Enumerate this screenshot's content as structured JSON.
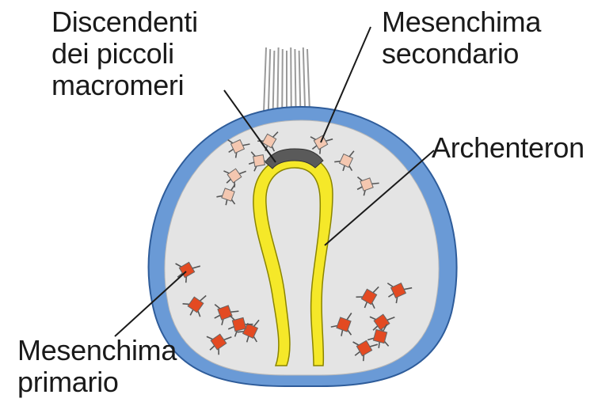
{
  "labels": {
    "discendenti": {
      "line1": "Discendenti",
      "line2": "dei piccoli",
      "line3": "macromeri"
    },
    "mesenchima_secondario": {
      "line1": "Mesenchima",
      "line2": "secondario"
    },
    "archenteron": {
      "line1": "Archenteron"
    },
    "mesenchima_primario": {
      "line1": "Mesenchima",
      "line2": "primario"
    }
  },
  "colors": {
    "ectoderm": "#6a9ad6",
    "ectoderm_edge": "#2e5c9a",
    "blastocoel": "#e4e4e4",
    "archenteron": "#f5e829",
    "archenteron_edge": "#8a8400",
    "small_macromere_cap": "#5a5a5a",
    "secondary_mesenchyme": "#f4c7b0",
    "primary_mesenchyme": "#e34a22",
    "cilia": "#9a9a9a"
  }
}
